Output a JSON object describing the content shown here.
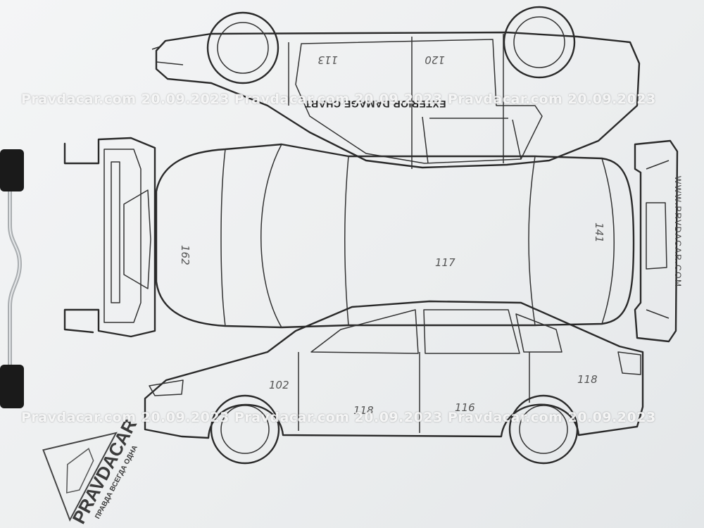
{
  "chart": {
    "title": "EXTERIOR DAMAGE CHART",
    "site": "WWW.PRVDACAR.COM"
  },
  "watermarks": {
    "line_top": "Pravdacar.com 20.09.2023 Pravdacar.com 20.09.2023 Pravdacar.com 20.09.2023",
    "line_bottom": "Pravdacar.com 20.09.2023 Pravdacar.com 20.09.2023 Pravdacar.com 20.09.2023"
  },
  "stamp": {
    "brand": "PRAVDACAR",
    "slogan": "ПРАВДА ВСЕГДА ОДНА"
  },
  "readings": [
    {
      "id": "roof-top-left",
      "value": "113"
    },
    {
      "id": "roof-top-right",
      "value": "120"
    },
    {
      "id": "hood",
      "value": "162"
    },
    {
      "id": "roof",
      "value": "117"
    },
    {
      "id": "trunk",
      "value": "141"
    },
    {
      "id": "front-fender",
      "value": "102"
    },
    {
      "id": "front-door",
      "value": "118"
    },
    {
      "id": "rear-door",
      "value": "116"
    },
    {
      "id": "rear-quarter",
      "value": "118"
    }
  ],
  "colors": {
    "paper": "#eef0f1",
    "ink": "#2a2a2a",
    "handwriting": "#555555",
    "clip": "#1a1a1a"
  }
}
